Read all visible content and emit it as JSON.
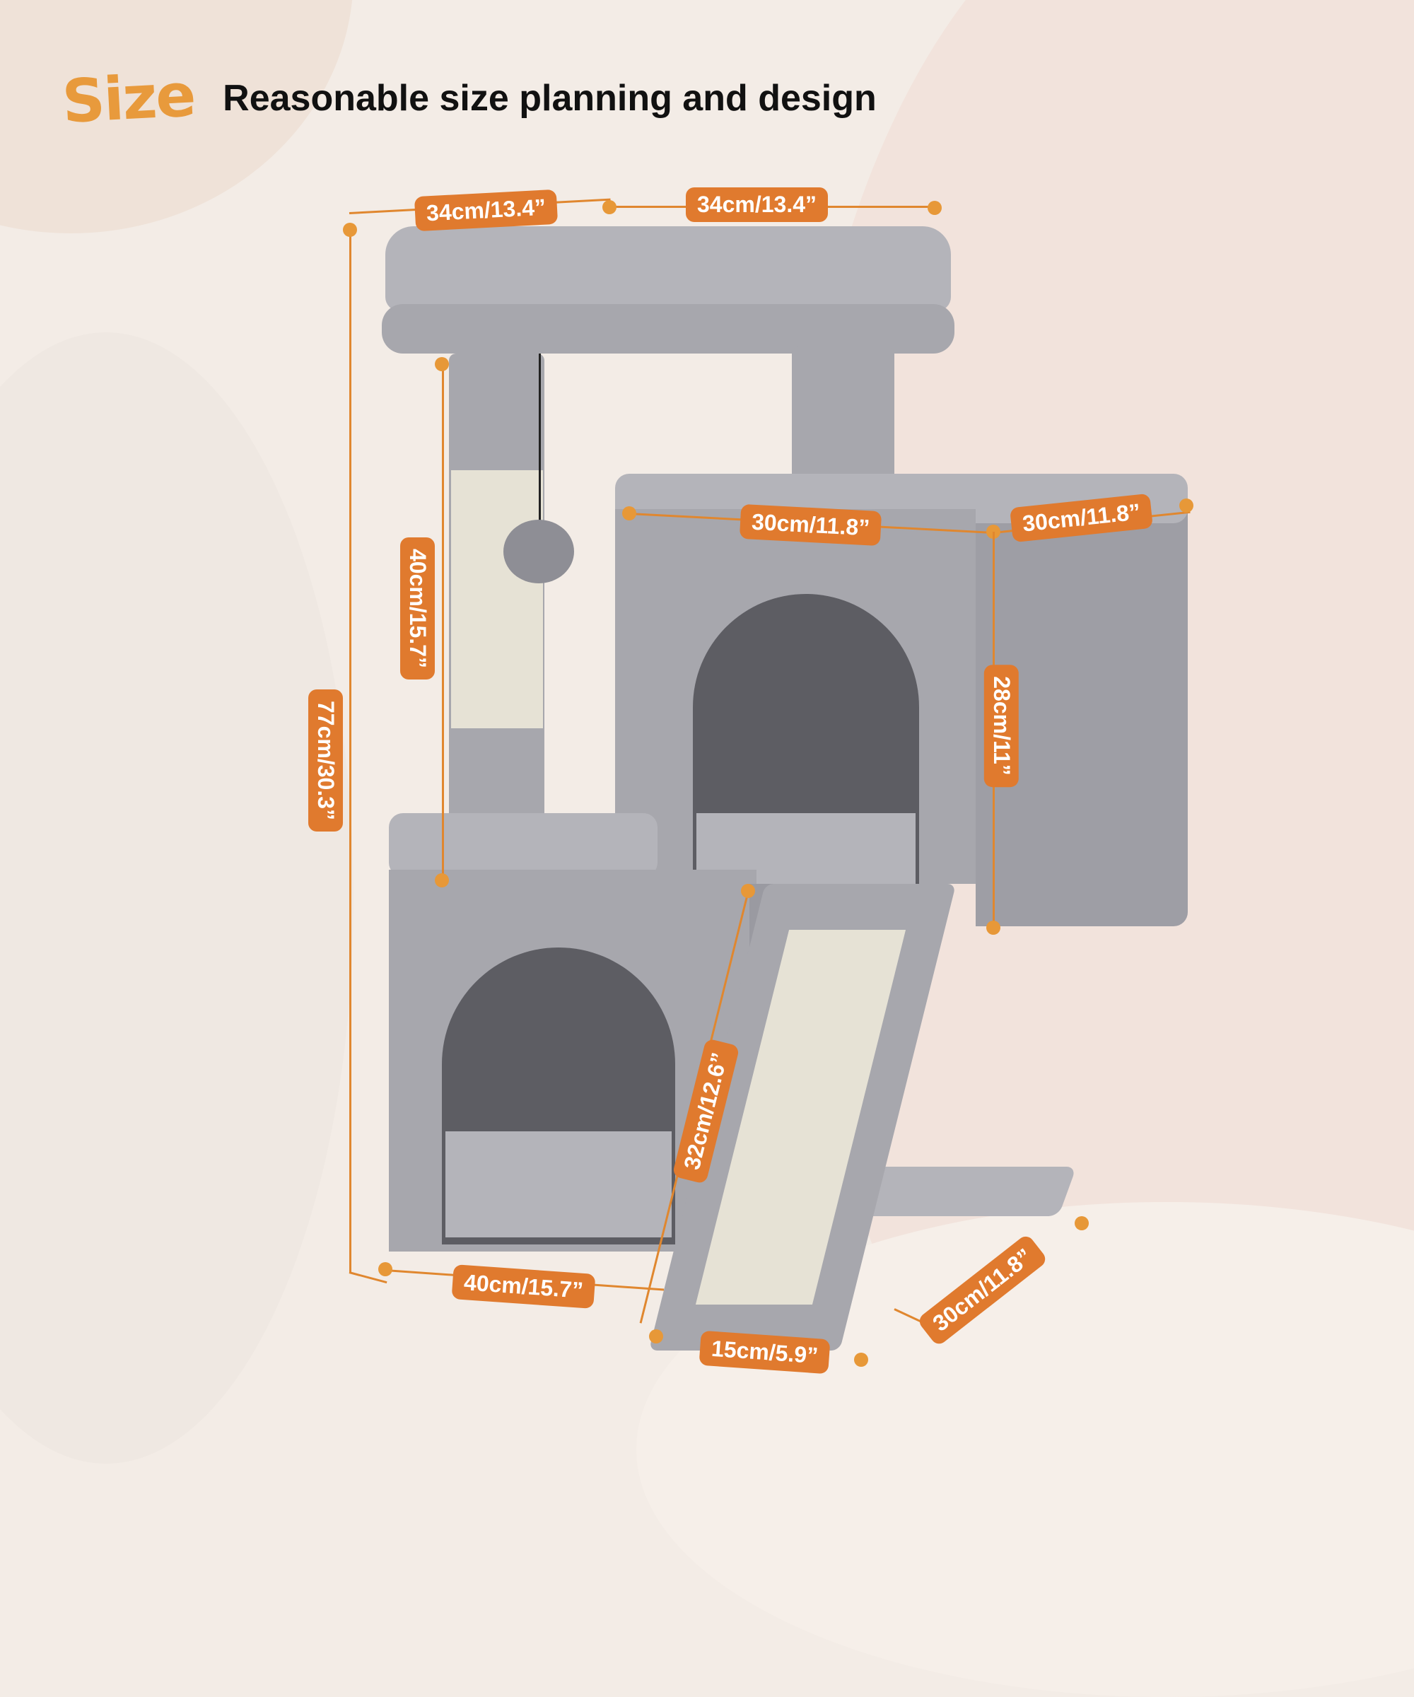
{
  "header": {
    "logo_text": "Size",
    "title": "Reasonable size planning and design"
  },
  "colors": {
    "accent": "#e07a2e",
    "logo": "#e89a3c",
    "fur": "#a7a7ad",
    "sisal": "#e6e2d5",
    "background": "#f3ece6"
  },
  "product": {
    "name": "cat tree",
    "dimensions": {
      "top_platform_width": "34cm/13.4”",
      "top_platform_depth": "34cm/13.4”",
      "condo_width": "30cm/11.8”",
      "condo_depth": "30cm/11.8”",
      "condo_height": "28cm/11”",
      "post_height": "40cm/15.7”",
      "total_height": "77cm/30.3”",
      "base_width": "40cm/15.7”",
      "base_depth": "30cm/11.8”",
      "ramp_length": "32cm/12.6”",
      "ramp_width": "15cm/5.9”"
    }
  }
}
